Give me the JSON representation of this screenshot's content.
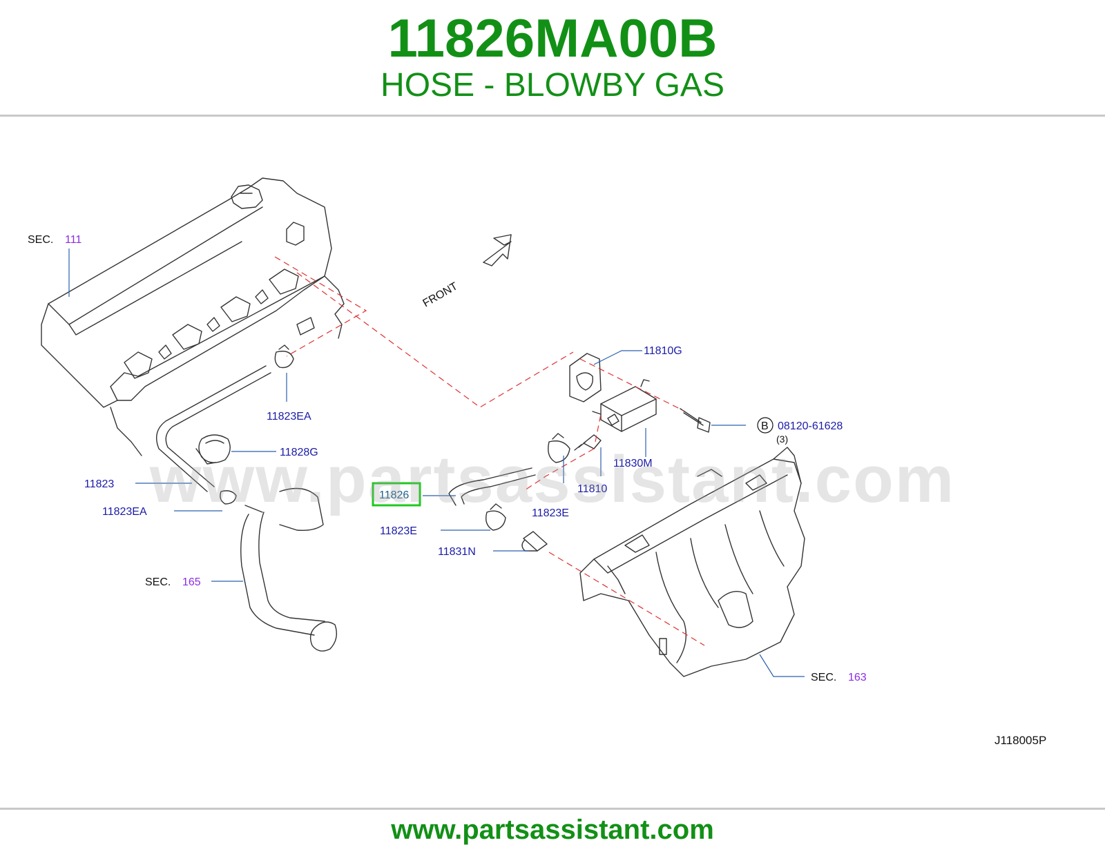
{
  "header": {
    "part_number": "11826MA00B",
    "part_name": "HOSE - BLOWBY GAS"
  },
  "diagram": {
    "watermark": "www.partsassistant.com",
    "front_label": "FRONT",
    "figure_code": "J118005P",
    "sec_prefix": "SEC.",
    "sections": {
      "s111": "111",
      "s165": "165",
      "s163": "163"
    },
    "callouts": {
      "c11810g": "11810G",
      "c11823ea_top": "11823EA",
      "c11828g": "11828G",
      "c11823": "11823",
      "c11823ea_bottom": "11823EA",
      "c11826": "11826",
      "c11823e_left": "11823E",
      "c11823e_right": "11823E",
      "c11831n": "11831N",
      "c11810": "11810",
      "c11830m": "11830M",
      "bolt_marker": "B",
      "bolt_part": "08120-61628",
      "bolt_qty": "(3)"
    },
    "highlighted_part": "11826",
    "colors": {
      "header_green": "#129016",
      "callout_blue": "#1a1aa8",
      "section_purple": "#8a2be2",
      "leader_line": "#2a5fae",
      "dashed_red": "#e03030",
      "highlight_box": "#1ec81e"
    }
  },
  "footer": {
    "website": "www.partsassistant.com"
  }
}
